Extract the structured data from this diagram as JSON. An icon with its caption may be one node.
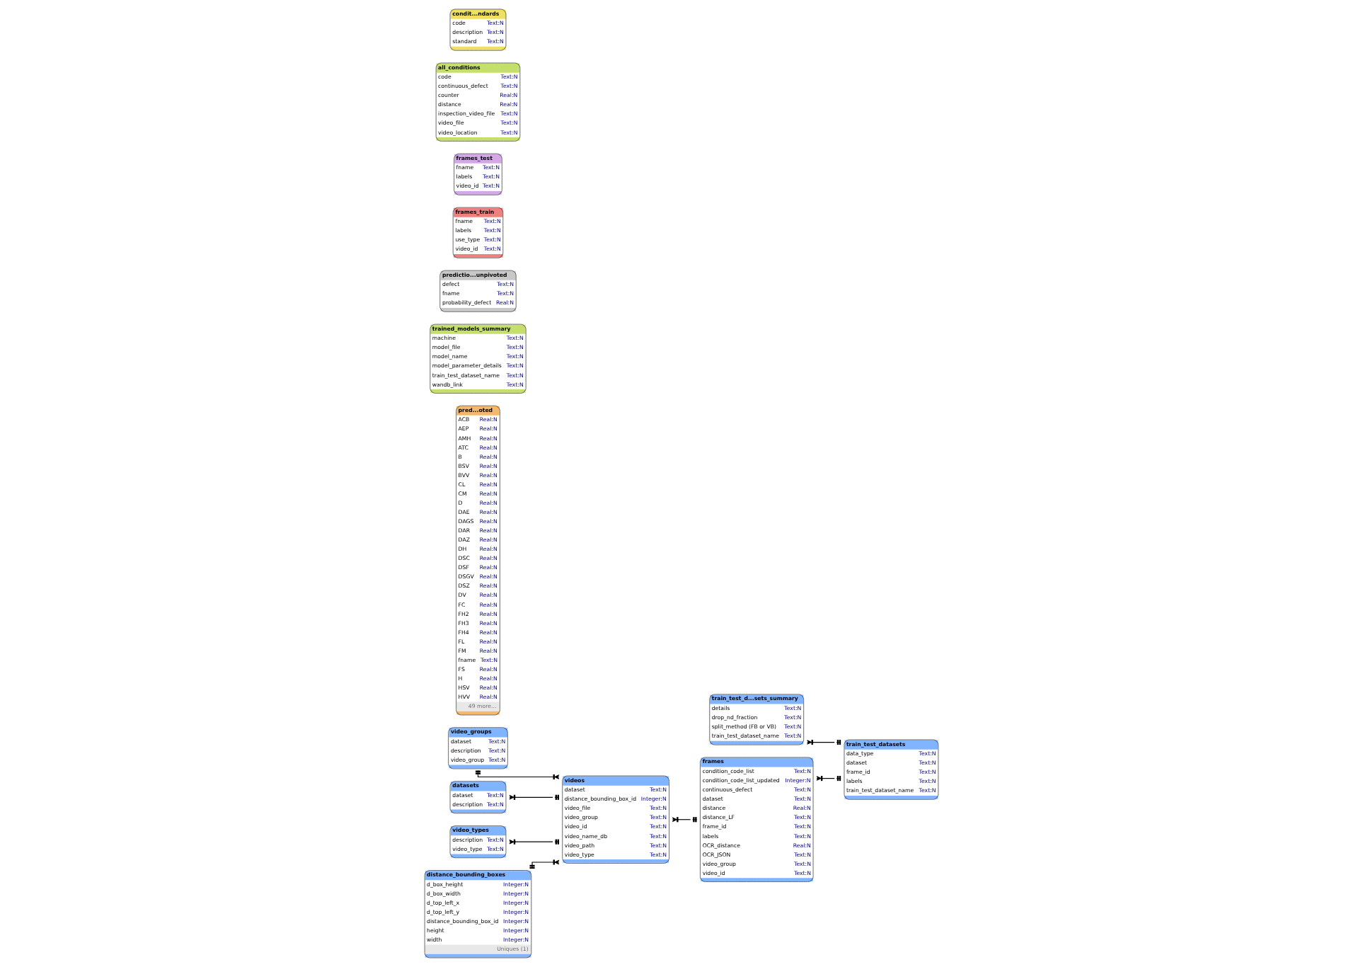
{
  "diagram": {
    "nodes": [
      {
        "text": [
          "train_test_d...sets_summary",
          "details",
          "Text:N",
          "drop_nd_fraction",
          "Text:N",
          "split_method (FB or VB)",
          "Text:N",
          "train_test_dataset_name",
          "Text:N"
        ]
      },
      {
        "text": [
          "video_groups",
          "dataset",
          "Text:N",
          "description",
          "Text:N",
          "video_group",
          "Text:N"
        ]
      },
      {
        "text": [
          "datasets",
          "dataset",
          "Text:N",
          "description",
          "Text:N"
        ]
      },
      {
        "text": [
          "pred...oted",
          "ACB",
          "Real:N",
          "AEP",
          "Real:N",
          "AMH",
          "Real:N",
          "ATC",
          "Real:N",
          "B",
          "Real:N",
          "BSV",
          "Real:N",
          "BVV",
          "Real:N",
          "CL",
          "Real:N",
          "CM",
          "Real:N",
          "D",
          "Real:N",
          "DAE",
          "Real:N",
          "DAGS",
          "Real:N",
          "DAR",
          "Real:N",
          "DAZ",
          "Real:N",
          "DH",
          "Real:N",
          "DSC",
          "Real:N",
          "DSF",
          "Real:N",
          "DSGV",
          "Real:N",
          "DSZ",
          "Real:N",
          "DV",
          "Real:N",
          "FC",
          "Real:N",
          "FH2",
          "Real:N",
          "FH3",
          "Real:N",
          "FH4",
          "Real:N",
          "FL",
          "Real:N",
          "FM",
          "Real:N",
          "fname",
          "Text:N",
          "FS",
          "Real:N",
          "H",
          "Real:N",
          "HSV",
          "Real:N",
          "HVV",
          "Real:N",
          "49 more..."
        ]
      },
      {
        "text": [
          "video_types",
          "description",
          "Text:N",
          "video_type",
          "Text:N"
        ]
      },
      {
        "text": [
          "trained_models_summary",
          "machine",
          "Text:N",
          "model_file",
          "Text:N",
          "model_name",
          "Text:N",
          "model_parameter_details",
          "Text:N",
          "train_test_dataset_name",
          "Text:N",
          "wandb_link",
          "Text:N"
        ]
      },
      {
        "text": [
          "train_test_datasets",
          "data_type",
          "Text:N",
          "dataset",
          "Text:N",
          "frame_id",
          "Text:N",
          "labels",
          "Text:N",
          "train_test_dataset_name",
          "Text:N"
        ]
      },
      {
        "text": [
          "videos",
          "dataset",
          "Text:N",
          "distance_bounding_box_id",
          "Integer:N",
          "video_file",
          "Text:N",
          "video_group",
          "Text:N",
          "video_id",
          "Text:N",
          "video_name_db",
          "Text:N",
          "video_path",
          "Text:N",
          "video_type",
          "Text:N"
        ]
      },
      {
        "text": [
          "predictio...unpivoted",
          "defect",
          "Text:N",
          "fname",
          "Text:N",
          "probability_defect",
          "Real:N"
        ]
      },
      {
        "text": [
          "distance_bounding_boxes",
          "d_box_height",
          "Integer:N",
          "d_box_width",
          "Integer:N",
          "d_top_left_x",
          "Integer:N",
          "d_top_left_y",
          "Integer:N",
          "distance_bounding_box_id",
          "Integer:N",
          "height",
          "Integer:N",
          "width",
          "Integer:N",
          "Uniques (1)"
        ]
      },
      {
        "text": [
          "frames",
          "condition_code_list",
          "Text:N",
          "condition_code_list_updated",
          "Integer:N",
          "continuous_defect",
          "Text:N",
          "dataset",
          "Text:N",
          "distance",
          "Real:N",
          "distance_LF",
          "Text:N",
          "frame_id",
          "Text:N",
          "labels",
          "Text:N",
          "OCR_distance",
          "Real:N",
          "OCR_JSON",
          "Text:N",
          "video_group",
          "Text:N",
          "video_id",
          "Text:N"
        ]
      },
      {
        "text": [
          "frames_train",
          "fname",
          "Text:N",
          "labels",
          "Text:N",
          "use_type",
          "Text:N",
          "video_id",
          "Text:N"
        ]
      },
      {
        "text": [
          "frames_test",
          "fname",
          "Text:N",
          "labels",
          "Text:N",
          "video_id",
          "Text:N"
        ]
      },
      {
        "text": [
          "all_conditions",
          "code",
          "Text:N",
          "continuous_defect",
          "Text:N",
          "counter",
          "Real:N",
          "distance",
          "Real:N",
          "inspection_video_file",
          "Text:N",
          "video_file",
          "Text:N",
          "video_location",
          "Text:N"
        ]
      },
      {
        "text": [
          "condit...ndards",
          "code",
          "Text:N",
          "description",
          "Text:N",
          "standard",
          "Text:N"
        ]
      }
    ],
    "edges": [
      {
        "from": 0,
        "to": 6,
        "arrow": "other"
      },
      {
        "from": 1,
        "to": 7,
        "arrow": "other"
      },
      {
        "from": 2,
        "to": 7,
        "arrow": "other"
      },
      {
        "from": 4,
        "to": 7,
        "arrow": "other"
      },
      {
        "from": 7,
        "to": 10,
        "arrow": "other"
      },
      {
        "from": 9,
        "to": 7,
        "arrow": "other"
      },
      {
        "from": 10,
        "to": 6,
        "arrow": "other"
      }
    ]
  }
}
